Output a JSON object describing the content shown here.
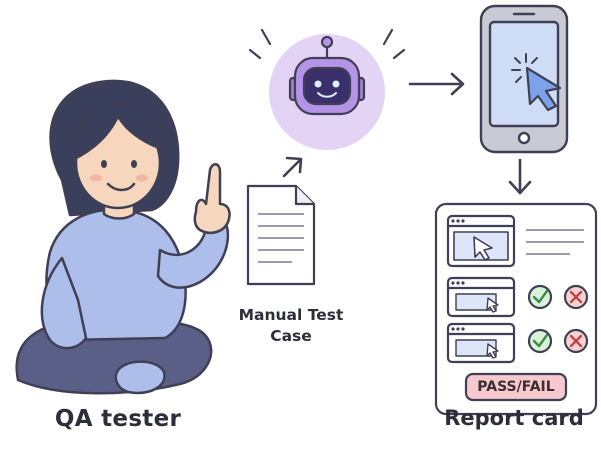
{
  "labels": {
    "qa_tester": "QA tester",
    "manual_test_case": "Manual Test Case",
    "report_card": "Report card",
    "pass_fail": "PASS/FAIL"
  },
  "colors": {
    "outline": "#3f3f55",
    "skin": "#f6d7bd",
    "hair": "#3a3f5c",
    "sweater": "#aebeeb",
    "pants": "#5a5f87",
    "robot_halo": "#e3d4f6",
    "robot_head": "#b494e6",
    "robot_face": "#3a2f6a",
    "phone_body": "#c9cbd4",
    "phone_screen": "#cfdcf6",
    "cursor": "#7ca3ea",
    "pass_green": "#d8f3d8",
    "fail_red": "#f8d3d3",
    "passfail_bg": "#f7c9cf"
  }
}
